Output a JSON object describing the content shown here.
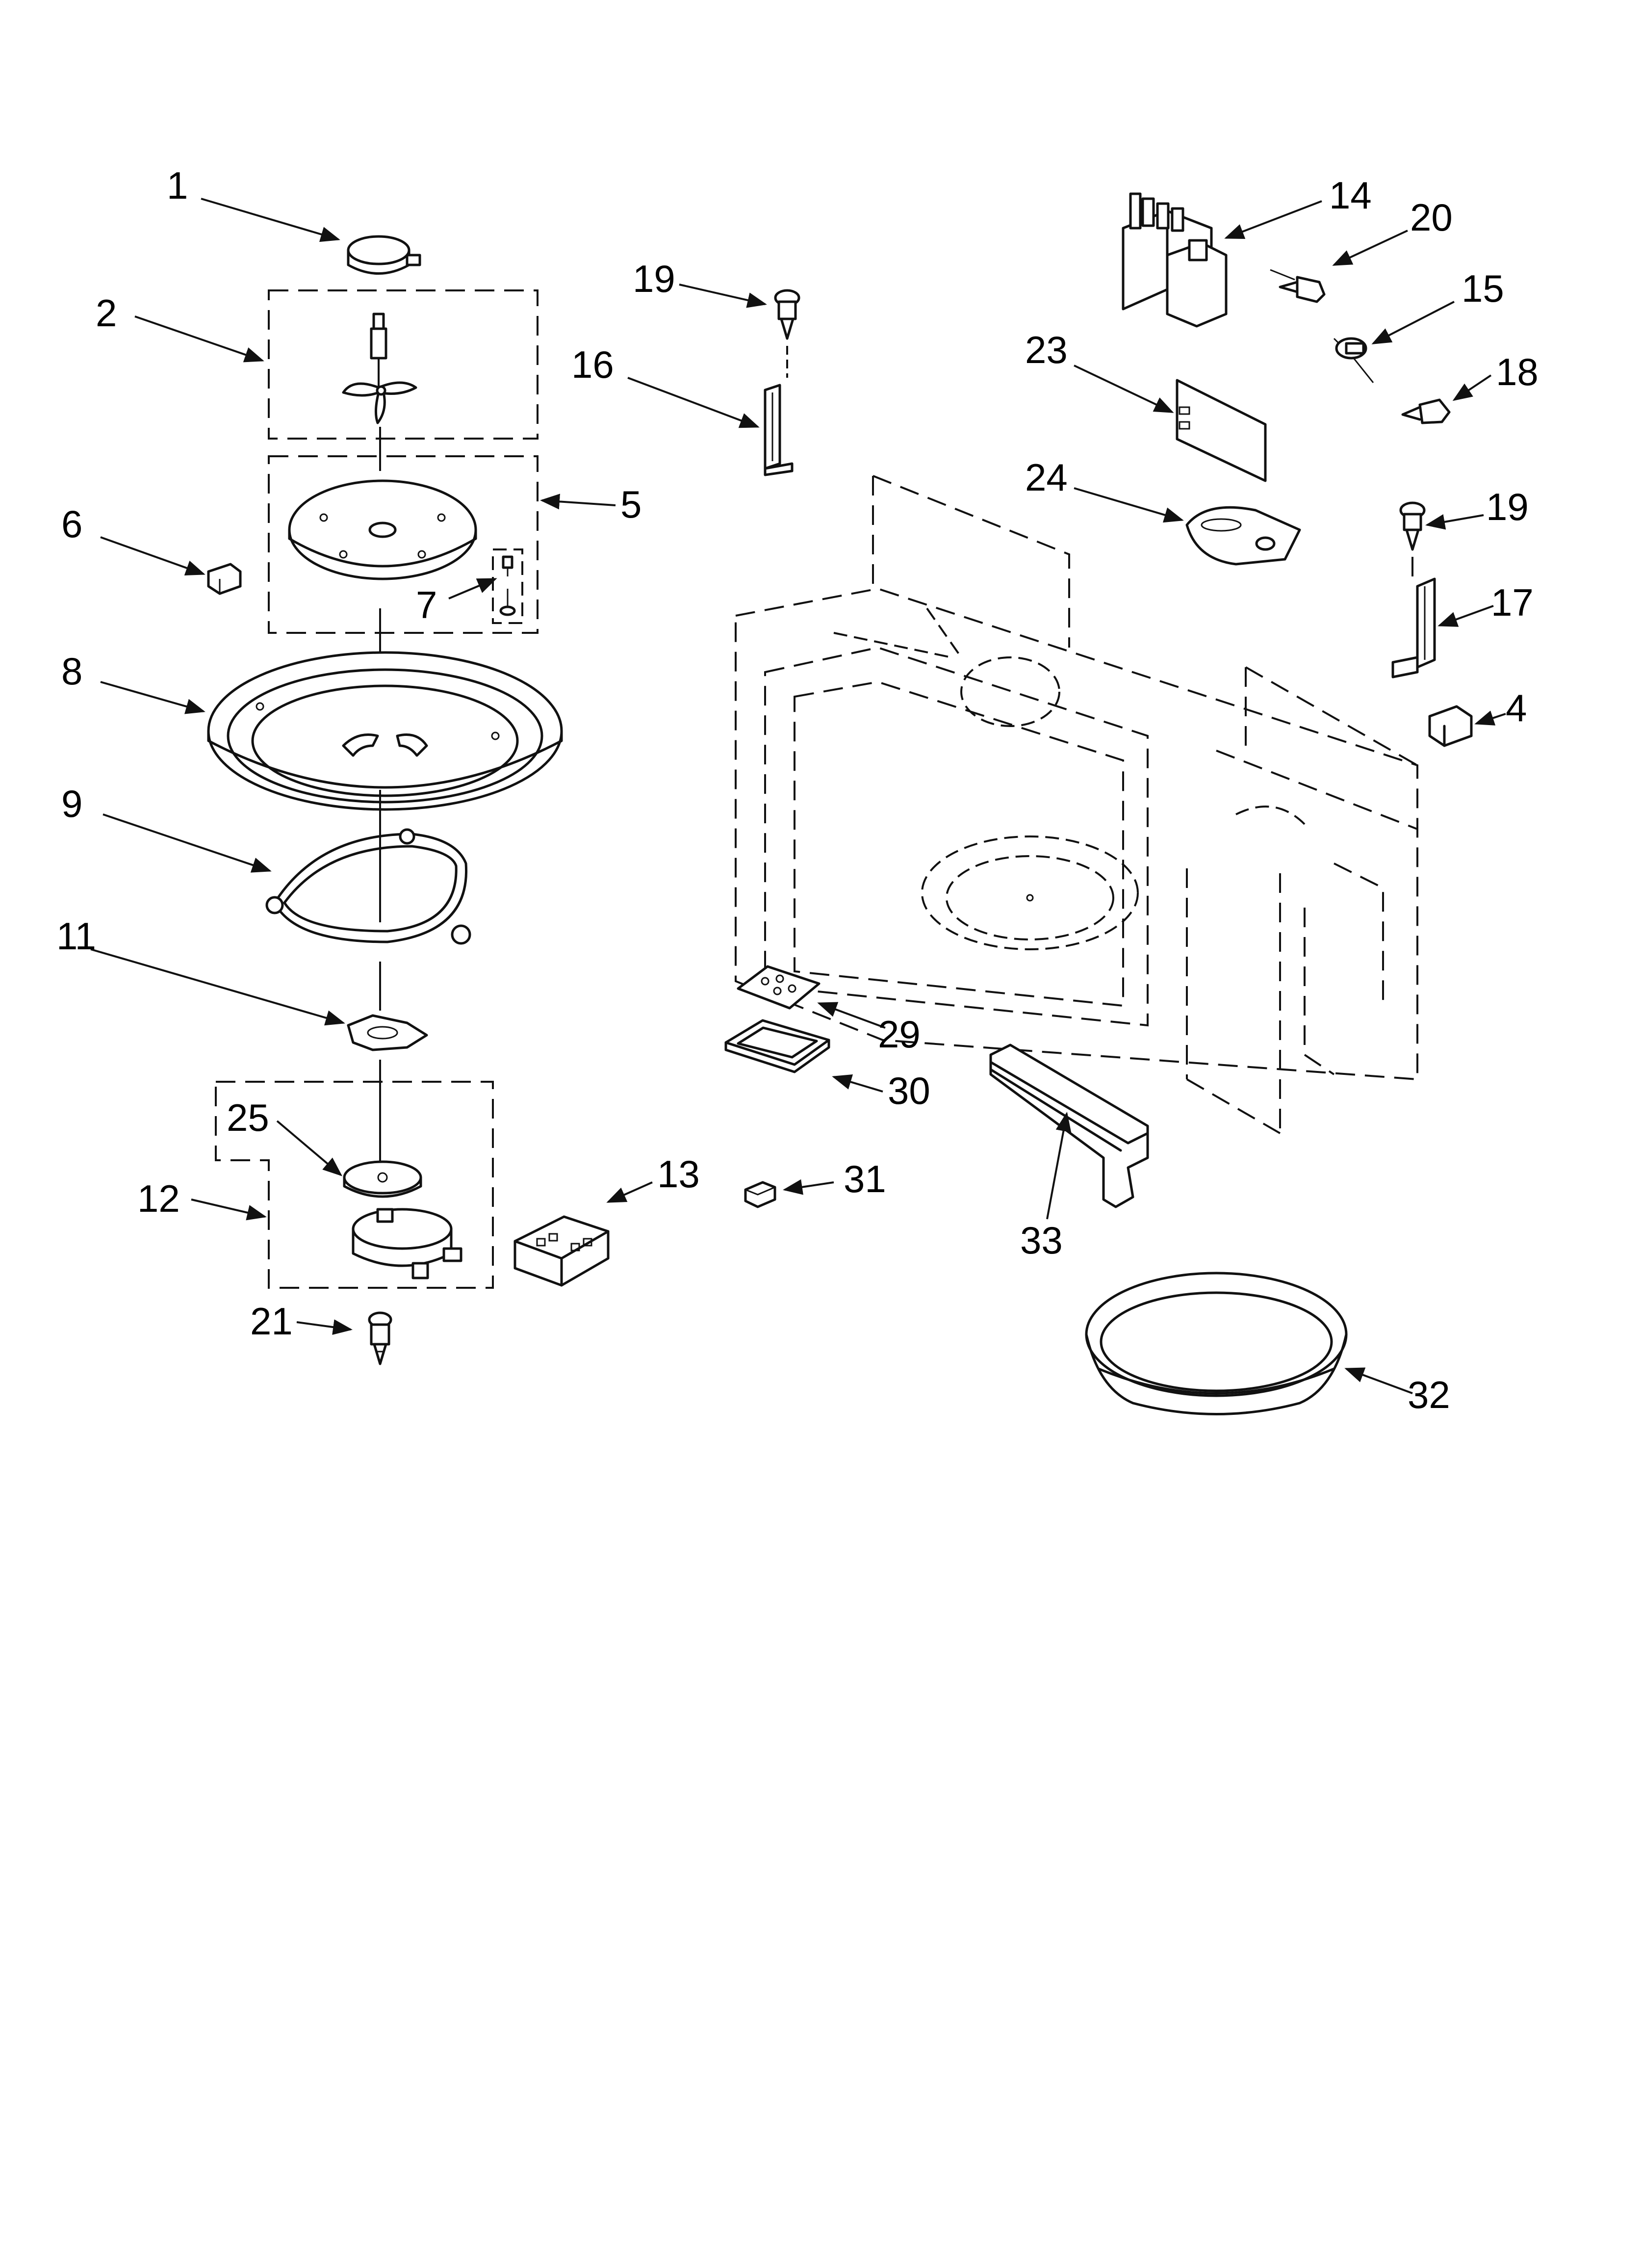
{
  "callouts": {
    "c1": "1",
    "c2": "2",
    "c4": "4",
    "c5": "5",
    "c6": "6",
    "c7": "7",
    "c8": "8",
    "c9": "9",
    "c11": "11",
    "c12": "12",
    "c13": "13",
    "c14": "14",
    "c15": "15",
    "c16": "16",
    "c17": "17",
    "c18": "18",
    "c19a": "19",
    "c19b": "19",
    "c20": "20",
    "c21": "21",
    "c23": "23",
    "c24": "24",
    "c25": "25",
    "c29": "29",
    "c30": "30",
    "c31": "31",
    "c32": "32",
    "c33": "33"
  }
}
